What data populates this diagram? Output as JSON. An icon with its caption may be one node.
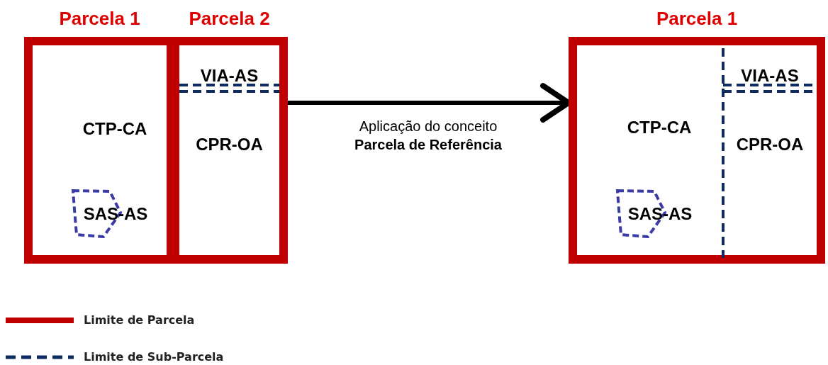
{
  "diagram": {
    "nodes": [
      {
        "text": [
          "Parcela 1"
        ]
      },
      {
        "text": [
          "CTP-CA"
        ],
        "in": 0
      },
      {
        "text": [
          "SAS-AS"
        ],
        "in": 0
      },
      {
        "text": [
          "Parcela 2"
        ]
      },
      {
        "text": [
          "VIA-AS"
        ],
        "in": 3
      },
      {
        "text": [
          "CPR-OA"
        ],
        "in": 3
      },
      {
        "text": [
          "Parcela 1"
        ]
      },
      {
        "text": [
          "CTP-CA"
        ],
        "in": 6
      },
      {
        "text": [
          "SAS-AS"
        ],
        "in": 6
      },
      {
        "text": [
          "VIA-AS"
        ],
        "in": 6
      },
      {
        "text": [
          "CPR-OA"
        ],
        "in": 6
      }
    ],
    "edges": [
      {
        "from": 3,
        "to": 6,
        "arrow": "to",
        "label": "Aplicação do conceito **Parcela de Referência**"
      }
    ],
    "legend": [
      {
        "text": "Limite de Parcela"
      },
      {
        "text": "Limite de Sub-Parcela"
      }
    ]
  }
}
